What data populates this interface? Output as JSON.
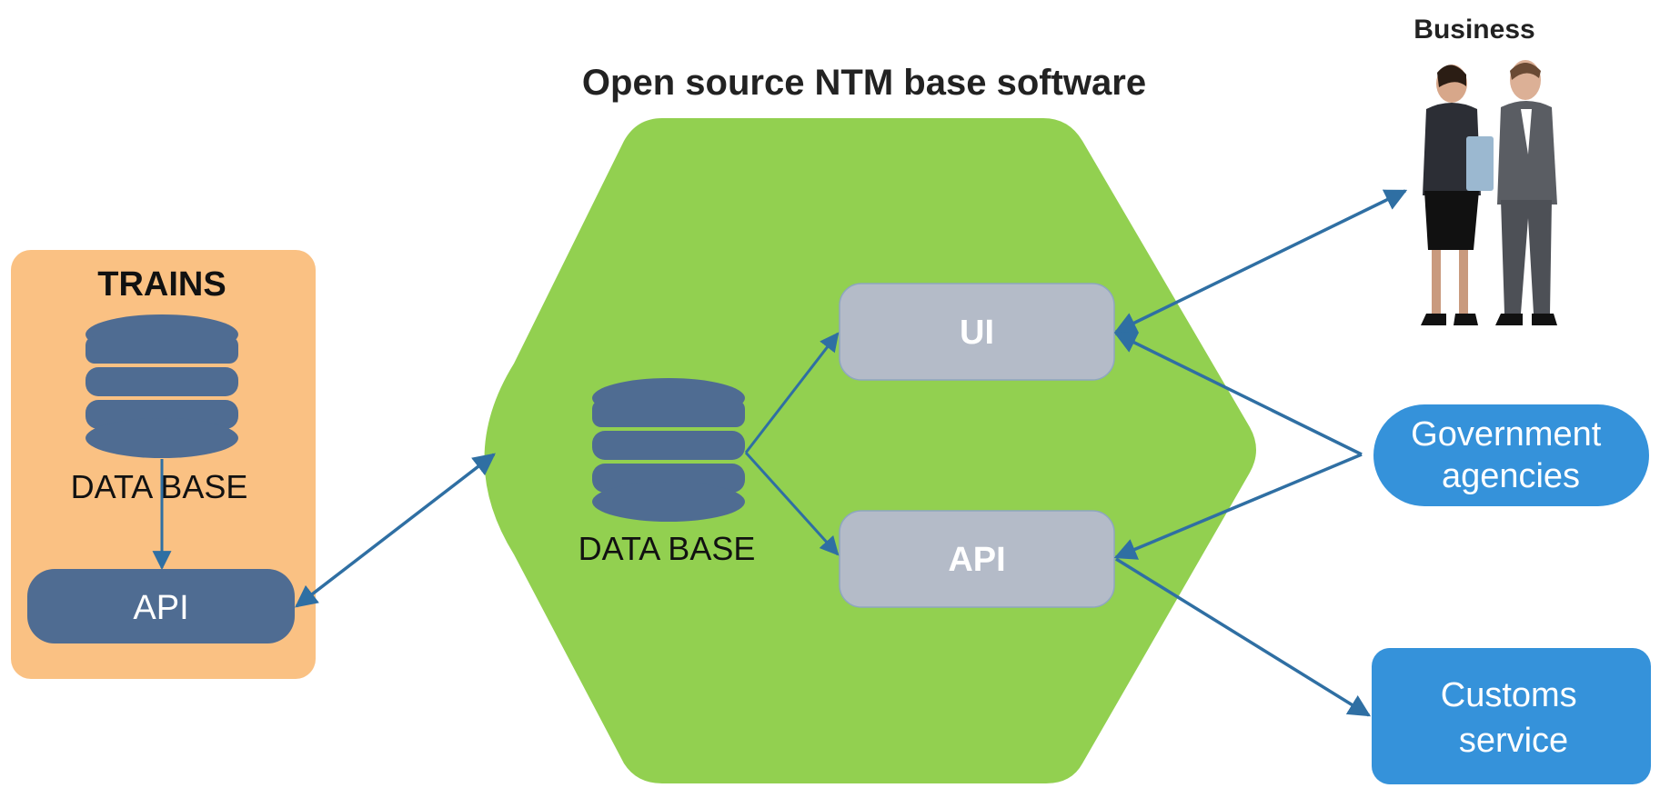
{
  "title": "Open source NTM base software",
  "trains": {
    "title": "TRAINS",
    "database_label": "DATA BASE",
    "api_label": "API"
  },
  "core": {
    "database_label": "DATA BASE",
    "ui_label": "UI",
    "api_label": "API"
  },
  "business": {
    "label": "Business"
  },
  "government": {
    "line1": "Government",
    "line2": "agencies"
  },
  "customs": {
    "line1": "Customs",
    "line2": "service"
  },
  "colors": {
    "trains_bg": "#FAC183",
    "hexagon": "#92D050",
    "database": "#4F6C92",
    "api_dark": "#4F6C92",
    "core_box": "#B4BBC8",
    "external_blue": "#3592DA",
    "arrow": "#2F6FA3"
  }
}
